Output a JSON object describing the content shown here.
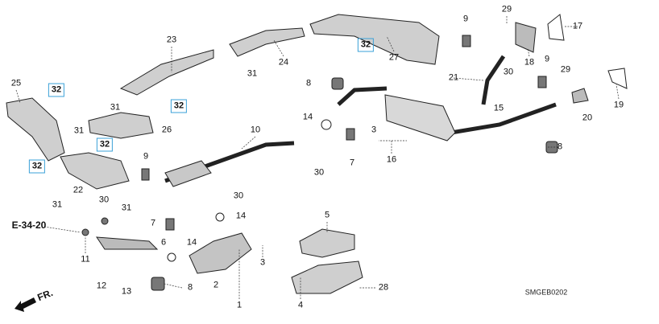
{
  "diagram": {
    "reference_link": "E-34-20",
    "drawing_code": "SMGEB0202",
    "direction_label": "FR.",
    "highlight_color": "#3aa0d8",
    "callouts": [
      "25",
      "32",
      "23",
      "24",
      "31",
      "27",
      "32",
      "9",
      "29",
      "17",
      "18",
      "8",
      "21",
      "30",
      "9",
      "29",
      "19",
      "15",
      "20",
      "14",
      "3",
      "10",
      "31",
      "32",
      "31",
      "26",
      "32",
      "9",
      "32",
      "22",
      "31",
      "30",
      "31",
      "7",
      "16",
      "8",
      "30",
      "30",
      "7",
      "14",
      "6",
      "14",
      "11",
      "5",
      "3",
      "12",
      "13",
      "8",
      "2",
      "1",
      "4",
      "28"
    ]
  }
}
